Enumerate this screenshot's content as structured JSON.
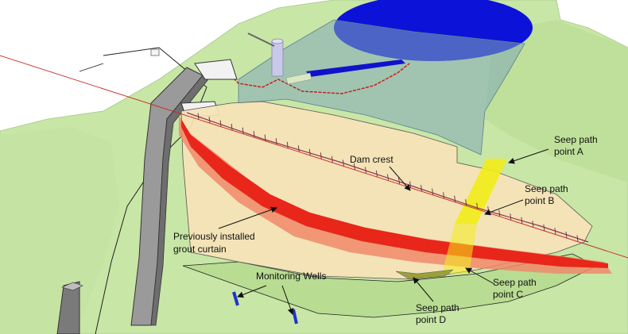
{
  "labels": {
    "dam_crest": "Dam crest",
    "seep_a": [
      "Seep path",
      "point A"
    ],
    "seep_b": [
      "Seep path",
      "point B"
    ],
    "seep_c": [
      "Seep path",
      "point C"
    ],
    "seep_d": [
      "Seep path",
      "point D"
    ],
    "grout_curtain": [
      "Previously installed",
      "grout curtain"
    ],
    "monitoring_wells": "Monitoring Wells"
  },
  "colors": {
    "terrain": "#c8e6a6",
    "terrain_dark": "#b5d98f",
    "reservoir": "#0d12d8",
    "water_overlay": "#7fa8b8",
    "dam_body": "#f6e3b8",
    "grout_red": "#e8261a",
    "grout_light": "#f08a6a",
    "seep_yellow": "#f2ec18",
    "spillway_gray": "#8a8a8a",
    "well_blue": "#2233cc",
    "section_line": "#cc2222"
  }
}
